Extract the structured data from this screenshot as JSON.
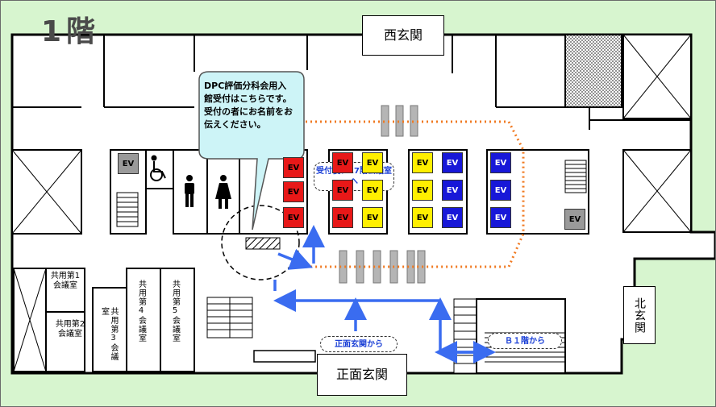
{
  "floor": {
    "title": "1階"
  },
  "entrances": {
    "west": "西玄関",
    "north": "北玄関",
    "front": "正面玄関"
  },
  "rooms": {
    "shared_1": "共用第1会議室",
    "shared_2": "共用第2会議室",
    "shared_3": "共用第3会議室",
    "shared_4": "共用第4会議室",
    "shared_5": "共用第5会議室"
  },
  "callout": {
    "text": "DPC評価分科会用入館受付はこちらです。受付の者にお名前をお伝えください。"
  },
  "notes": {
    "reception": "受付後、17階会議室へ",
    "from_front": "正面玄関から",
    "from_b1": "Ｂ１階から"
  },
  "elevator_label": "EV",
  "colors": {
    "background": "#d7f5cf",
    "route_arrow": "#3a6cf0",
    "dotted_path": "#f07a22",
    "ev_red": "#e81818",
    "ev_yellow": "#ffef00",
    "ev_blue": "#1818d8",
    "ev_gray": "#9a9a9a",
    "callout_fill": "#cdf4f7"
  },
  "icons": [
    "wheelchair-icon",
    "male-icon",
    "female-icon"
  ]
}
